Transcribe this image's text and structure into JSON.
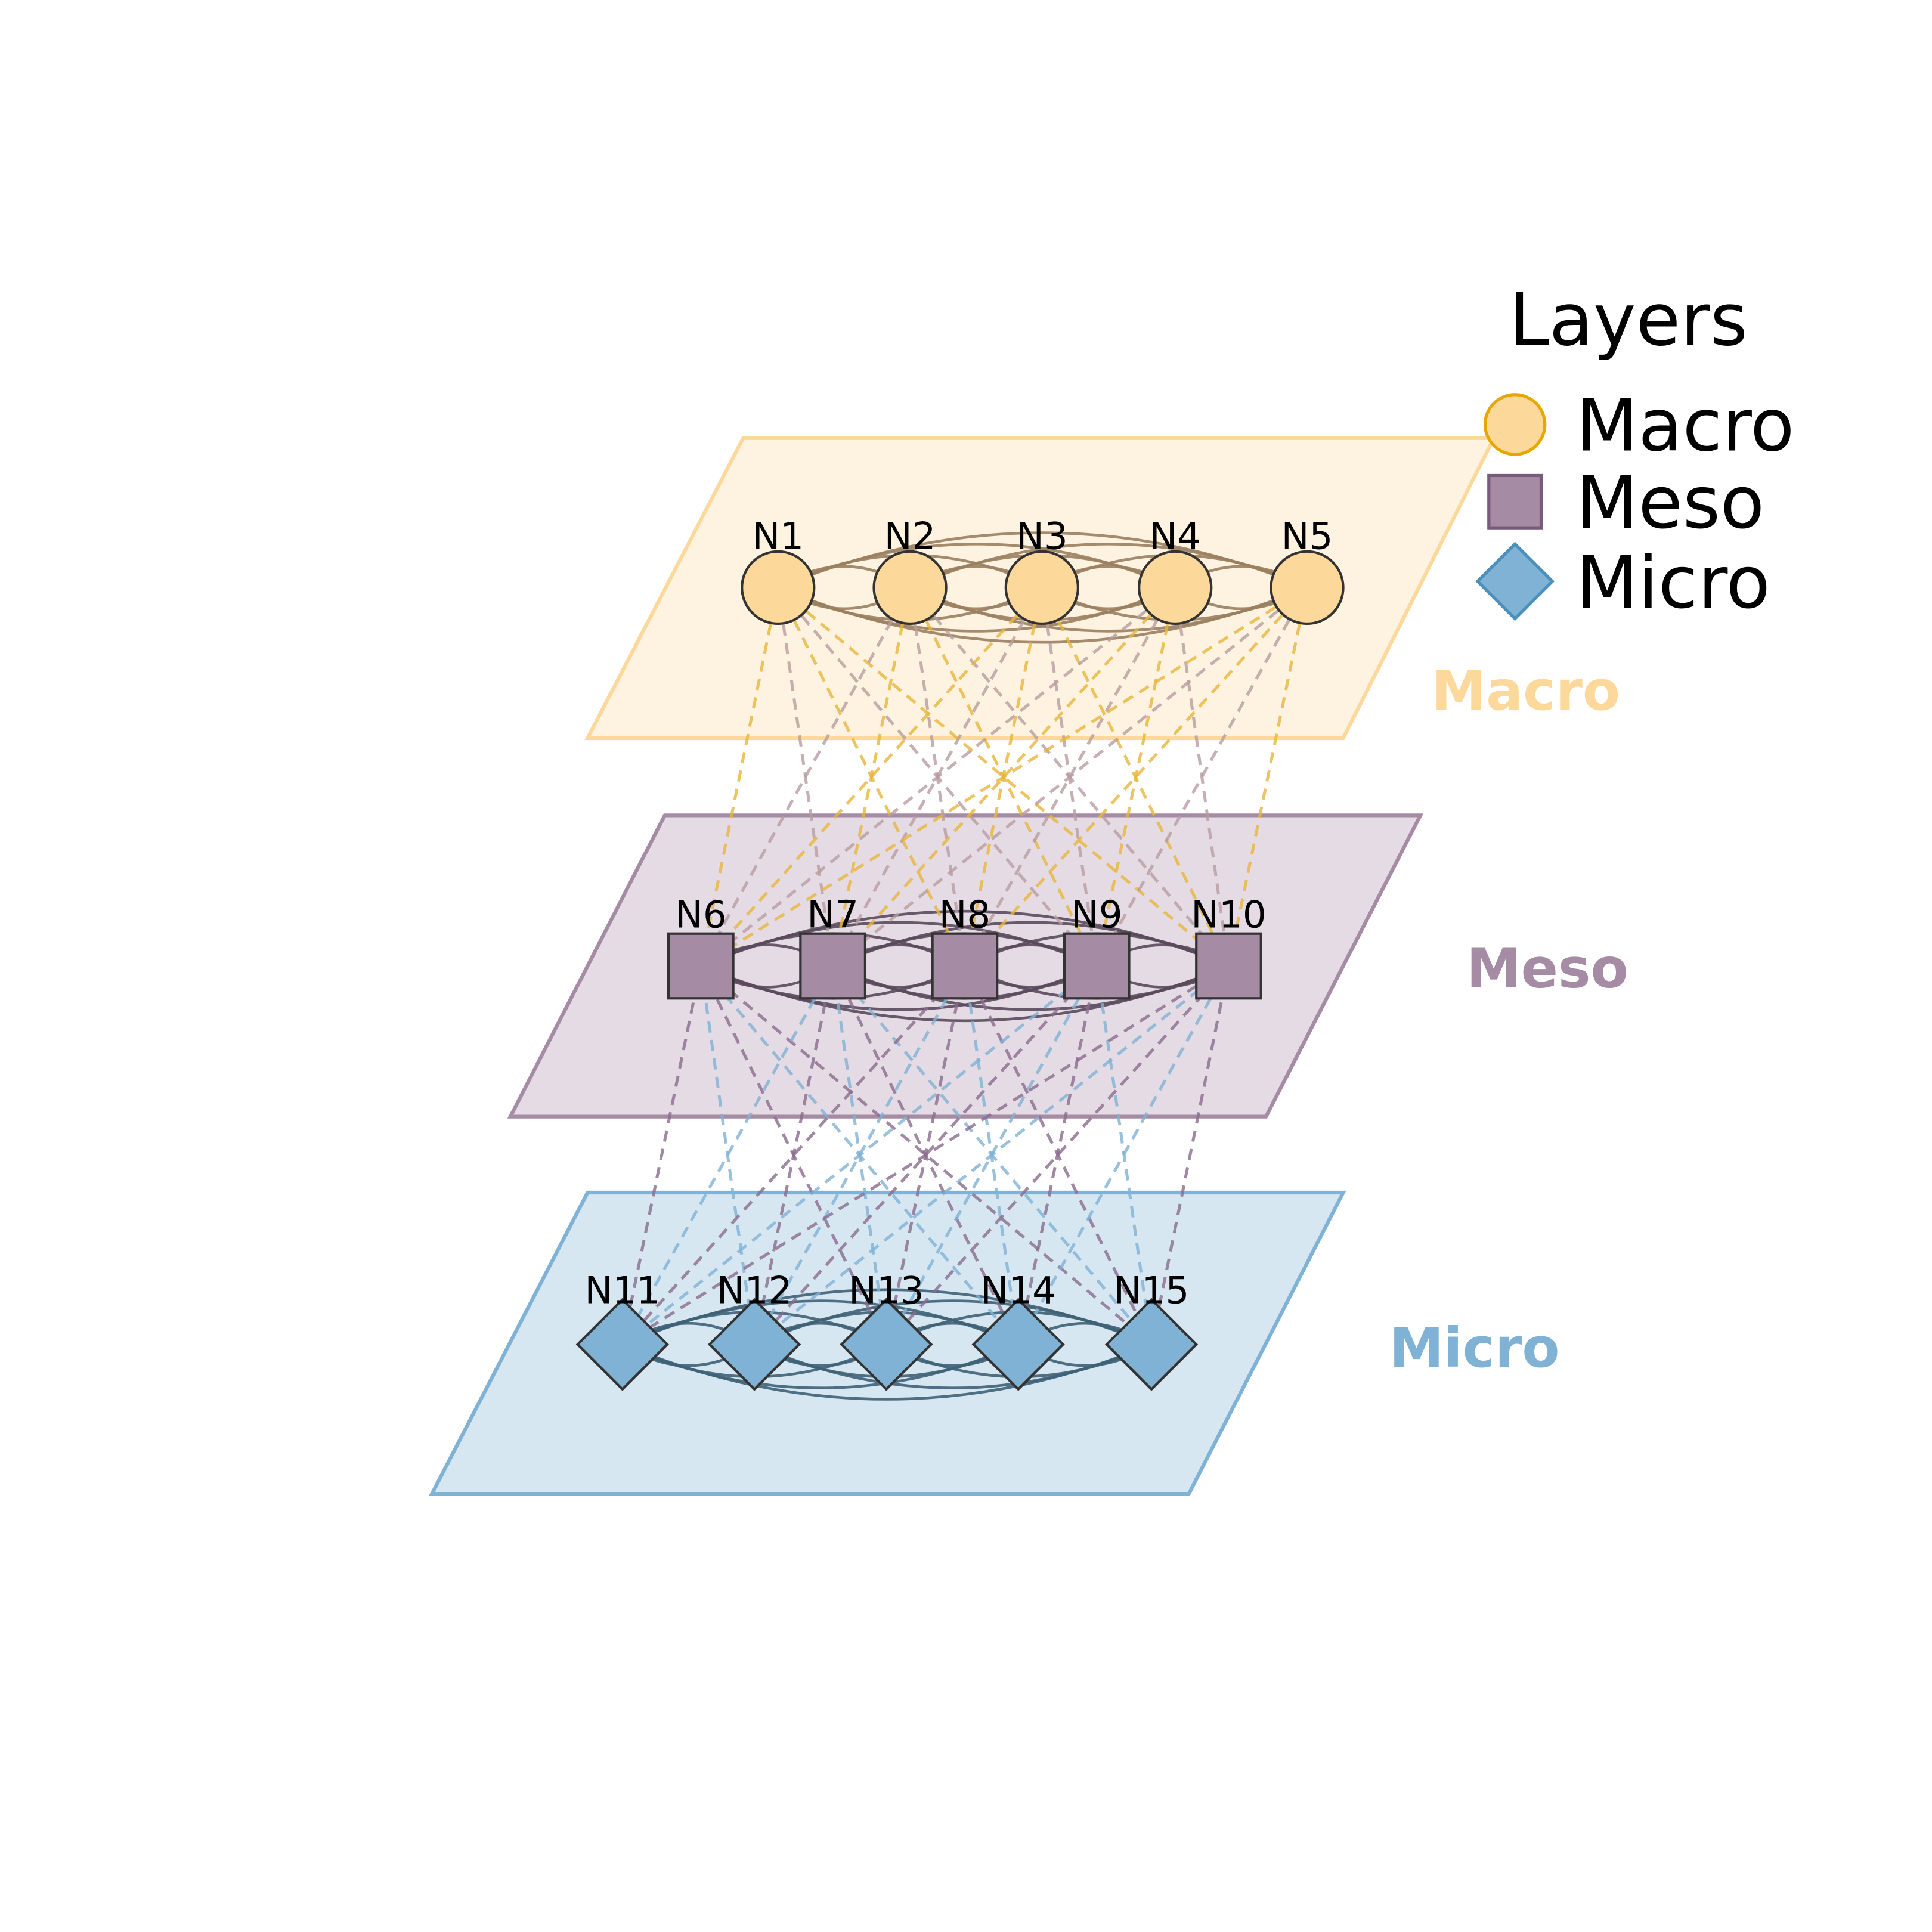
{
  "layers": [
    {
      "name": "Macro",
      "color": "#fdd89b",
      "plane_fill": "#fef2e0",
      "plane_stroke": "#fdd89b",
      "edge_color": "#9b8060",
      "marker": "circle",
      "label_color": "#fdd89b",
      "nodes": [
        "N1",
        "N2",
        "N3",
        "N4",
        "N5"
      ]
    },
    {
      "name": "Meso",
      "color": "#a58ba4",
      "plane_fill": "#e4dbe4",
      "plane_stroke": "#a58ba4",
      "edge_color": "#5a4a5c",
      "marker": "square",
      "label_color": "#a58ba4",
      "nodes": [
        "N6",
        "N7",
        "N8",
        "N9",
        "N10"
      ]
    },
    {
      "name": "Micro",
      "color": "#7fb2d5",
      "plane_fill": "#d7e7f2",
      "plane_stroke": "#7fb2d5",
      "edge_color": "#3f6277",
      "marker": "diamond",
      "label_color": "#7fb2d5",
      "nodes": [
        "N11",
        "N12",
        "N13",
        "N14",
        "N15"
      ]
    }
  ],
  "inter_edge_colors": {
    "macro_meso": [
      "#e8b53a",
      "#b89ca0"
    ],
    "meso_micro": [
      "#8a6c8c",
      "#7fb2d5"
    ]
  },
  "legend": {
    "title": "Layers",
    "items": [
      {
        "label": "Macro",
        "marker": "circle",
        "fill": "#fdd89b",
        "stroke": "#e6a800"
      },
      {
        "label": "Meso",
        "marker": "square",
        "fill": "#a58ba4",
        "stroke": "#7a5a7a"
      },
      {
        "label": "Micro",
        "marker": "diamond",
        "fill": "#7fb2d5",
        "stroke": "#4a90bb"
      }
    ]
  }
}
